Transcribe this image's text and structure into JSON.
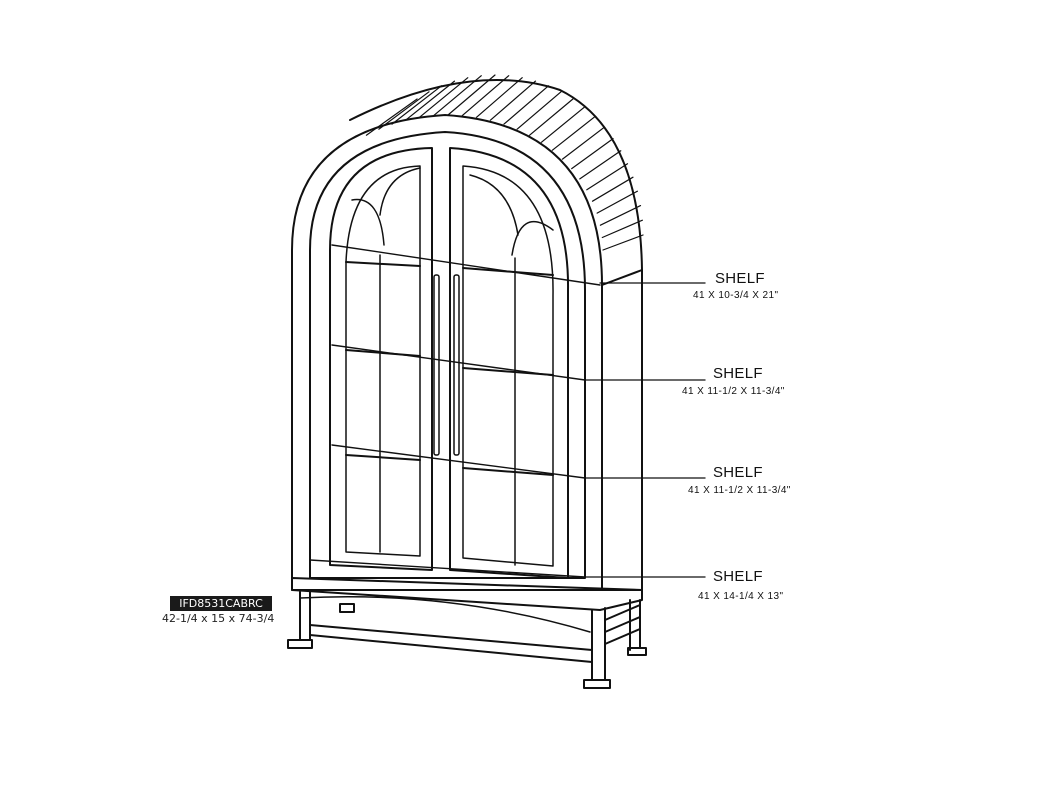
{
  "product": {
    "code": "IFD8531CABRC",
    "dimensions": "42-1/4 x 15 x 74-3/4"
  },
  "shelves": [
    {
      "title": "SHELF",
      "size": "41 X 10-3/4 X 21\""
    },
    {
      "title": "SHELF",
      "size": "41 X 11-1/2 X 11-3/4\""
    },
    {
      "title": "SHELF",
      "size": "41 X 11-1/2 X 11-3/4\""
    },
    {
      "title": "SHELF",
      "size": "41 X 14-1/4 X 13\""
    }
  ],
  "colors": {
    "line": "#111111",
    "label_bg": "#1a1a1a",
    "label_text": "#ffffff"
  }
}
